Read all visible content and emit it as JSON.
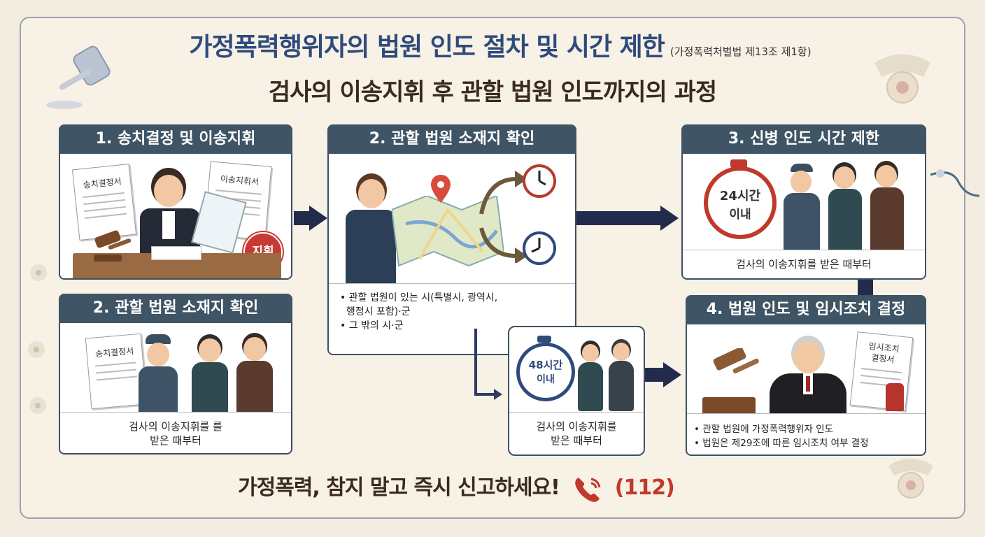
{
  "header": {
    "title": "가정폭력행위자의 법원 인도 절차 및 시간 제한",
    "law": "(가정폭력처벌법 제13조 제1항)",
    "subtitle": "검사의 이송지휘 후 관할 법원 인도까지의 과정"
  },
  "steps": [
    {
      "title": "1. 송치결정 및 이송지휘",
      "doc_left": "송치결정서",
      "doc_right": "이송지휘서",
      "stamp": "지휘"
    },
    {
      "title": "2. 관할 법원 소재지 확인",
      "doc": "송치결정서",
      "caption_line1": "검사의 이송지휘를 를",
      "caption_line2": "받은 때부터"
    },
    {
      "title": "2. 관할 법원 소재지 확인",
      "bullets": [
        "• 관할 법원이 있는 시(특별시, 광역시,",
        "  행정시 포함)·군",
        "• 그 밖의 시·군"
      ]
    },
    {
      "timer": "48시간 이내",
      "timer_line1": "48시간",
      "timer_line2": "이내",
      "caption_line1": "검사의 이송지휘를",
      "caption_line2": "받은 때부터"
    },
    {
      "title": "3. 신병 인도 시간 제한",
      "timer_line1": "24시간",
      "timer_line2": "이내",
      "caption": "검사의 이송지휘를 받은 때부터"
    },
    {
      "title": "4. 법원 인도 및 임시조치 결정",
      "doc_line1": "임시조치",
      "doc_line2": "결정서",
      "bullets": [
        "• 관할 법원에 가정폭력행위자 인도",
        "• 법원은 제29조에 따른 임시조치 여부 결정"
      ]
    }
  ],
  "footer": {
    "message": "가정폭력, 참지 말고 즉시 신고하세요!",
    "number": "(112)"
  },
  "colors": {
    "title_blue": "#2f4a7c",
    "header_bar": "#3f5464",
    "arrow": "#232b4d",
    "accent_red": "#c0392b"
  }
}
